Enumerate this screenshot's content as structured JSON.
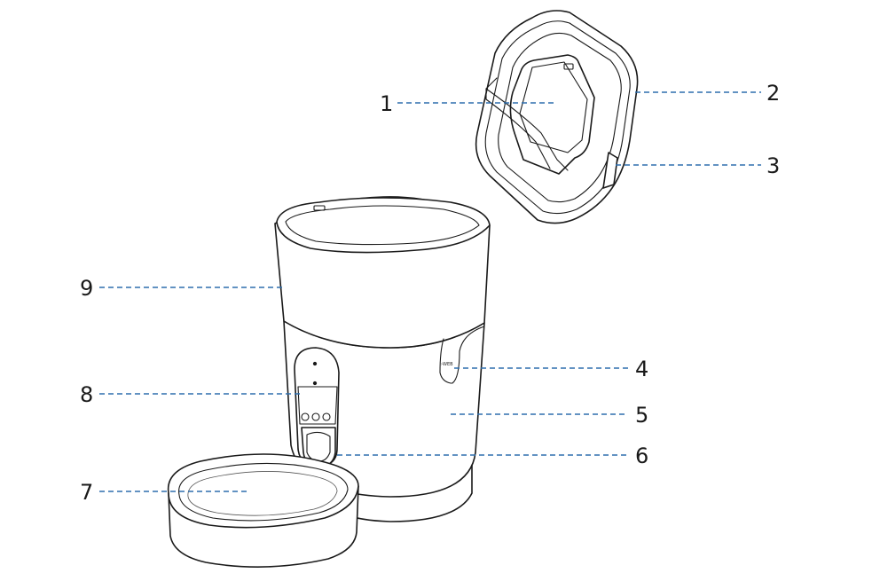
{
  "diagram": {
    "callouts": [
      {
        "id": "1",
        "label": "1"
      },
      {
        "id": "2",
        "label": "2"
      },
      {
        "id": "3",
        "label": "3"
      },
      {
        "id": "4",
        "label": "4"
      },
      {
        "id": "5",
        "label": "5"
      },
      {
        "id": "6",
        "label": "6"
      },
      {
        "id": "7",
        "label": "7"
      },
      {
        "id": "8",
        "label": "8"
      },
      {
        "id": "9",
        "label": "9"
      }
    ],
    "tiny_text": "›WEB"
  },
  "colors": {
    "leader": "#2f6fad",
    "outline": "#1a1a1a"
  }
}
